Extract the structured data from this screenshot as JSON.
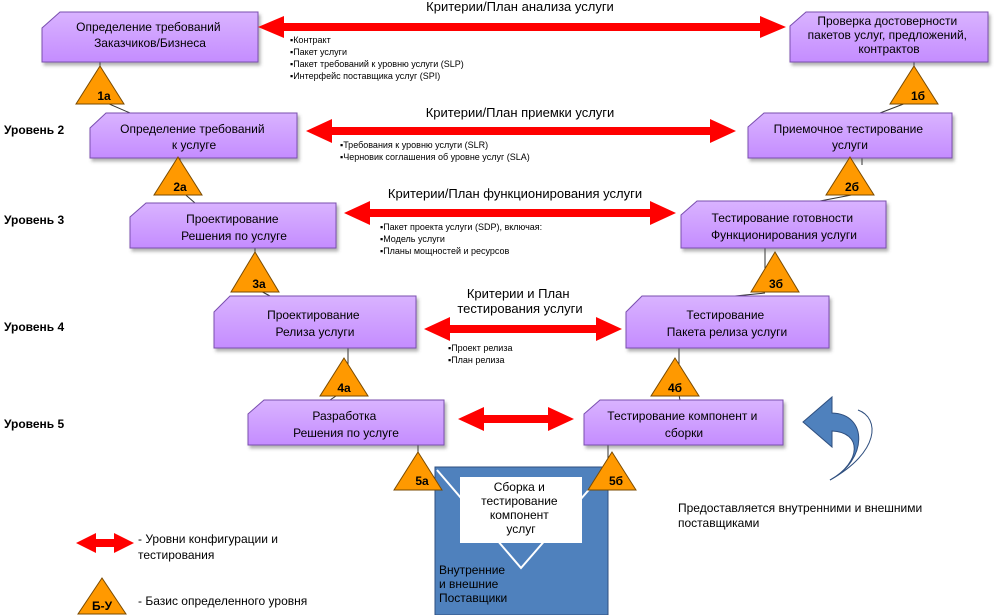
{
  "colors": {
    "box_fill": "#cc99ff",
    "box_stroke": "#7a4faf",
    "arrow": "#ff0000",
    "triangle_fill": "#ff9900",
    "triangle_stroke": "#7a4a00",
    "assembly_fill": "#4f81bd",
    "curved_arrow": "#4f81bd"
  },
  "levels": [
    "Уровень 2",
    "Уровень 3",
    "Уровень 4",
    "Уровень 5"
  ],
  "boxes": {
    "req_customers": [
      "Определение требований",
      "Заказчиков/Бизнеса"
    ],
    "verify_packages": [
      "Проверка достоверности",
      "пакетов услуг, предложений,",
      "контрактов"
    ],
    "req_service": [
      "Определение требований",
      "к услуге"
    ],
    "acceptance": [
      "Приемочное тестирование",
      "услуги"
    ],
    "design_solution": [
      "Проектирование",
      "Решения  по услуге"
    ],
    "readiness": [
      "Тестирование готовности",
      "Функционирования услуги"
    ],
    "design_release": [
      "Проектирование",
      "Релиза услуги"
    ],
    "test_release": [
      "Тестирование",
      "Пакета релиза услуги"
    ],
    "develop": [
      "Разработка",
      "Решения  по услуге"
    ],
    "test_components": [
      "Тестирование компонент и",
      "сборки"
    ]
  },
  "arrows": {
    "a1": {
      "label": [
        "Критерии/План анализа  услуги"
      ],
      "items": [
        "▪Контракт",
        "▪Пакет услуги",
        "▪Пакет требований к уровню услуги (SLP)",
        "▪Интерфейс поставщика услуг (SPI)"
      ]
    },
    "a2": {
      "label": [
        "Критерии/План приемки услуги"
      ],
      "items": [
        "▪Требования к уровню услуги (SLR)",
        "▪Черновик соглашения об уровне услуг  (SLA)"
      ]
    },
    "a3": {
      "label": [
        "Критерии/План функционирования услуги"
      ],
      "items": [
        "▪Пакет проекта услуги (SDP), включая:",
        "▪Модель услуги",
        "▪Планы мощностей и ресурсов"
      ]
    },
    "a4": {
      "label": [
        "Критерии и План",
        "тестирования услуги"
      ],
      "items": [
        "▪Проект релиза",
        "▪План релиза"
      ]
    }
  },
  "triangles": [
    "1а",
    "1б",
    "2а",
    "2б",
    "3а",
    "3б",
    "4а",
    "4б",
    "5а",
    "5б"
  ],
  "assembly": {
    "label": [
      "Сборка и",
      "тестирование",
      "компонент",
      "услуг"
    ],
    "suppliers": [
      "Внутренние",
      "и внешние",
      "Поставщики"
    ]
  },
  "provided_note": [
    "Предоставляется внутренними и внешними",
    "поставщиками"
  ],
  "legend": {
    "arrow_text": [
      "-   Уровни конфигурации и",
      "    тестирования"
    ],
    "triangle_label": "Б-У",
    "triangle_text": "-   Базис определенного уровня"
  }
}
